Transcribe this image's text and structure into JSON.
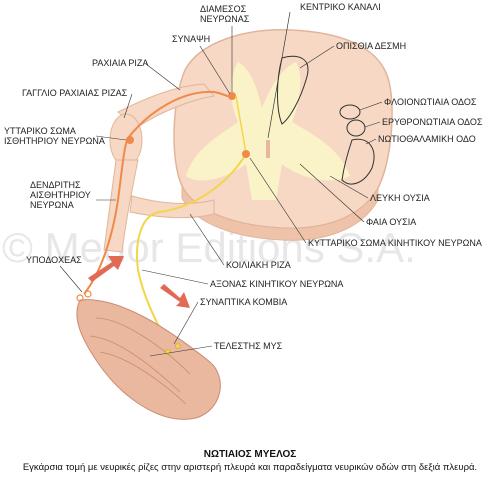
{
  "labels": {
    "central_canal": "ΚΕΝΤΡΙΚΟ ΚΑΝΑΛΙ",
    "interneuron": "ΔΙΑΜΕΣΟΣ\nΝΕΥΡΩΝΑΣ",
    "synapse": "ΣΥΝΑΨΗ",
    "posterior_column": "ΟΠΙΣΘΙΑ ΔΕΣΜΗ",
    "dorsal_root": "ΡΑΧΙΑΙΑ ΡΙΖΑ",
    "dorsal_root_ganglion": "ΓΑΓΓΛΙΟ ΡΑΧΙΑΙΑΣ ΡΙΖΑΣ",
    "corticospinal_tract": "ΦΛΟΙΟΝΩΤΙΑΙΑ ΟΔΟΣ",
    "rubrospinal_tract": "ΕΡΥΘΡΟΝΩΤΙΑΙΑ ΟΔΟΣ",
    "spinothalamic_tract": "ΝΩΤΙΟΘΑΛΑΜΙΚΗ ΟΔΟ",
    "sensory_cell_body": "ΥΤΤΑΡΙΚΟ ΣΩΜΑ\nΙΣΘΗΤΗΡΙΟΥ ΝΕΥΡΩΝΑ",
    "sensory_dendrite": "ΔΕΝΔΡΙΤΗΣ\nΑΙΣΘΗΤΗΡΙΟΥ\nΝΕΥΡΩΝΑ",
    "white_matter": "ΛΕΥΚΗ ΟΥΣΙΑ",
    "gray_matter": "ΦΑΙΑ ΟΥΣΙΑ",
    "motor_cell_body": "ΚΥΤΤΑΡΙΚΟ ΣΩΜΑ ΚΙΝΗΤΙΚΟΥ ΝΕΥΡΩΝΑ",
    "ventral_root": "ΚΟΙΛΙΑΚΗ ΡΙΖΑ",
    "receptors": "ΥΠΟΔΟΧΕΑΣ",
    "motor_axon": "ΑΞΟΝΑΣ ΚΙΝΗΤΙΚΟΥ ΝΕΥΡΩΝΑ",
    "synaptic_knobs": "ΣΥΝΑΠΤΙΚΑ ΚΟΜΒΙΑ",
    "effector_muscle": "ΤΕΛΕΣΤΗΣ ΜΥΣ"
  },
  "watermark": "© Medor Editions S.A.",
  "caption": {
    "title": "ΝΩΤΙΑΙΟΣ ΜΥΕΛΟΣ",
    "text": "Εγκάρσια τομή με νευρικές ρίζες στην αριστερή πλευρά και παραδείγματα νευρικών οδών στη δεξιά πλευρά."
  },
  "colors": {
    "tissue": "#f6d8c4",
    "tissue_edge": "#e2b59b",
    "gray_matter": "#fbf3c8",
    "sensory_nerve": "#f08a4b",
    "motor_nerve": "#f2d64a",
    "muscle": "#eab79f",
    "arrow": "#e26a55"
  }
}
